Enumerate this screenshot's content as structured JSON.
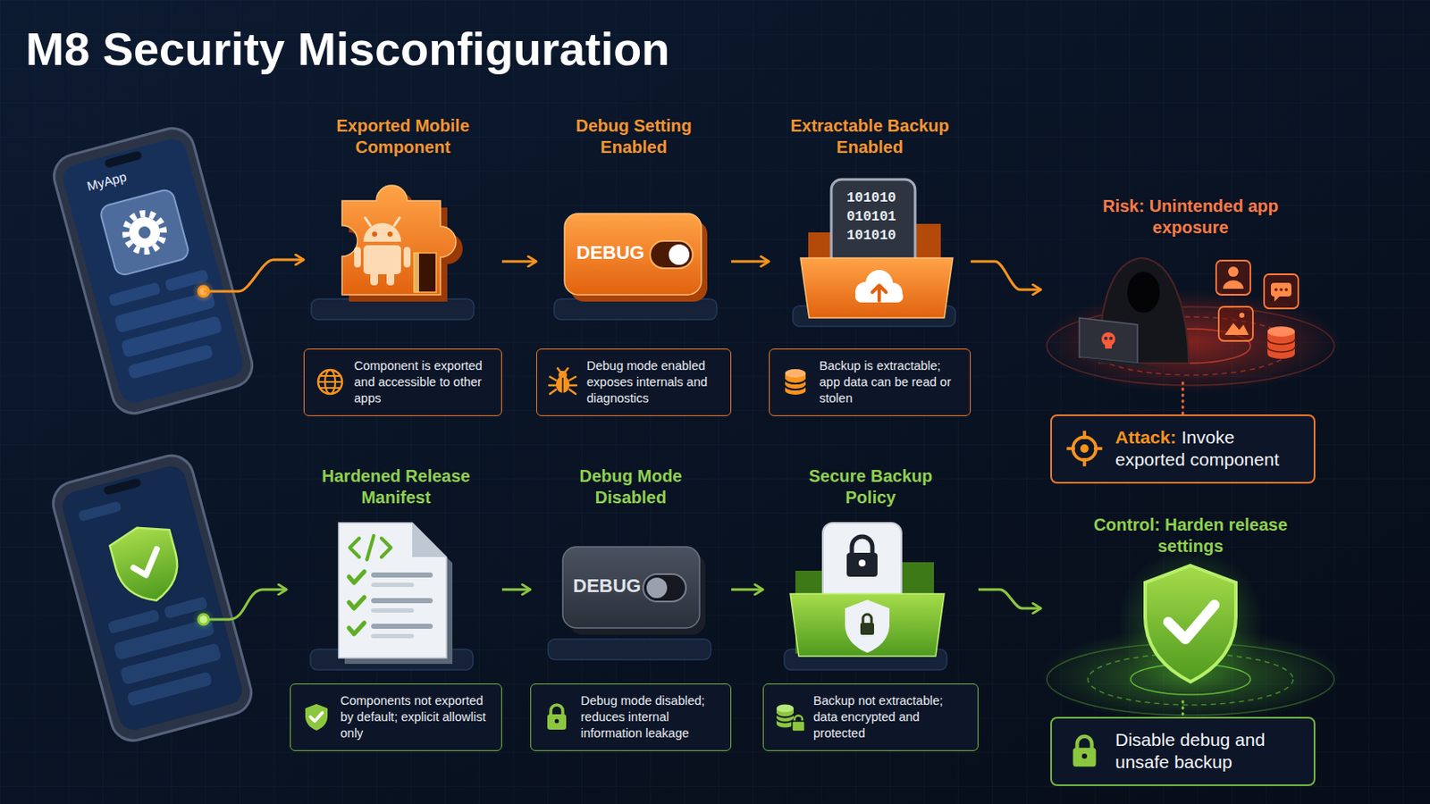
{
  "diagram": {
    "title": "M8 Security Misconfiguration",
    "nodes": [
      {
        "text": [
          "MyApp"
        ]
      },
      {
        "text": [
          "Exported Mobile Component",
          "Component is exported and accessible to other apps"
        ]
      },
      {
        "text": [
          "Debug Setting Enabled",
          "Debug mode enabled exposes internals and diagnostics"
        ]
      },
      {
        "text": [
          "Extractable Backup Enabled",
          "Backup is extractable; app data can be read or stolen"
        ]
      },
      {
        "text": [
          "Risk: Unintended app exposure"
        ]
      },
      {
        "text": [
          "Attack:",
          "Invoke exported component"
        ]
      },
      {
        "text": [
          "Hardened Release Manifest",
          "Components not exported by default; explicit allowlist only"
        ]
      },
      {
        "text": [
          "Debug Mode Disabled",
          "Debug mode disabled; reduces internal information leakage"
        ]
      },
      {
        "text": [
          "Secure Backup Policy",
          "Backup not extractable; data encrypted and protected"
        ]
      },
      {
        "text": [
          "Control: Harden release settings"
        ]
      },
      {
        "text": [
          "Disable debug and unsafe backup"
        ]
      }
    ],
    "edges": [
      {
        "from": 0,
        "to": 1,
        "arrow": "to"
      },
      {
        "from": 1,
        "to": 2,
        "arrow": "to"
      },
      {
        "from": 2,
        "to": 3,
        "arrow": "to"
      },
      {
        "from": 3,
        "to": 4,
        "arrow": "to"
      },
      {
        "from": 4,
        "to": 5,
        "arrow": "none"
      },
      {
        "from": 6,
        "to": 7,
        "arrow": "to"
      },
      {
        "from": 7,
        "to": 8,
        "arrow": "to"
      },
      {
        "from": 8,
        "to": 9,
        "arrow": "to"
      },
      {
        "from": 9,
        "to": 10,
        "arrow": "none"
      }
    ],
    "labels": [
      "DEBUG",
      "101010",
      "010101",
      "101010",
      "DEBUG"
    ]
  }
}
